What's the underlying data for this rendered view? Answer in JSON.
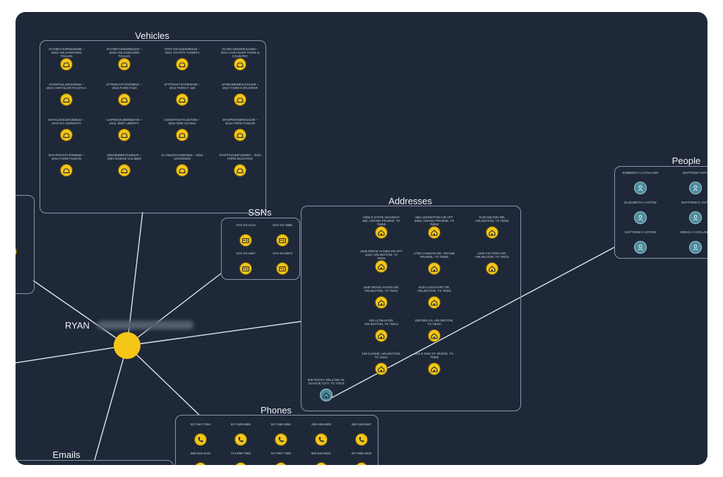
{
  "colors": {
    "canvas": "#1e2838",
    "node": "#f5c518",
    "node_teal": "#4b8b9c",
    "edge": "#dfe4ea"
  },
  "hub": {
    "label": "RYAN"
  },
  "groups": {
    "vehicles": {
      "title": "Vehicles",
      "nodes": [
        {
          "label": "3VV0B7AX3PM109398 – 2023 VOLKSWAGEN TIGUAN",
          "icon": "car-icon"
        },
        {
          "label": "3VV3B7AX5KM051524 – 2019 VOLKSWAGEN TIGUAN",
          "icon": "car-icon"
        },
        {
          "label": "5TFCY5F11MX005229 – 2021 TOYOTA TUNDRA",
          "icon": "car-icon"
        },
        {
          "label": "2C4RC1BG8ER101508 – 2014 CHRYSLER TOWN & COUNTRY",
          "icon": "car-icon"
        },
        {
          "label": "2C8GP64L34R229506 – 2004 CHRYSLER PACIFICA",
          "icon": "car-icon"
        },
        {
          "label": "1FTEW1CP7JKD98021 – 2018 FORD F150",
          "icon": "car-icon"
        },
        {
          "label": "1FTFW1ET2CFB02338 – 2012 FORD F 150",
          "icon": "car-icon"
        },
        {
          "label": "1FMEU6EE9HUC01409 – 2017 FORD EXPLORER",
          "icon": "car-icon"
        },
        {
          "label": "5XYKU3A64DG383622 – 2013 KIA SORENTO",
          "icon": "car-icon"
        },
        {
          "label": "1J4PN2GK2BW565725 – 2011 JEEP LIBERTY",
          "icon": "car-icon"
        },
        {
          "label": "1GKKRTKD7GJ207284 – 2016 GMC ACADIA",
          "icon": "car-icon"
        },
        {
          "label": "3FA6P0HR3ER216108 – 2014 FORD FUSION",
          "icon": "car-icon"
        },
        {
          "label": "3FAHP0HG7CR309665 – 2012 FORD FUSION",
          "icon": "car-icon"
        },
        {
          "label": "1B3HB48B57D160575 – 2007 DODGE CALIBER",
          "icon": "car-icon"
        },
        {
          "label": "KL7IN4Z0CX4801503 – 2010 UNKNOWN",
          "icon": "car-icon"
        },
        {
          "label": "1FAFP42X49F150863 – 2010 FORD MUSTANG",
          "icon": "car-icon"
        }
      ]
    },
    "ssns": {
      "title": "SSNs",
      "nodes": [
        {
          "label": "XXX-XX-4124",
          "icon": "id-card-icon"
        },
        {
          "label": "XXX-XX-3686",
          "icon": "id-card-icon"
        },
        {
          "label": "XXX-XX-4667",
          "icon": "id-card-icon"
        },
        {
          "label": "XXX-XX-8873",
          "icon": "id-card-icon"
        }
      ]
    },
    "addresses": {
      "title": "Addresses",
      "nodes": [
        {
          "label": "2356 N STATE HIGHWAY 360, GRAND PRAIRIE, TX 75050",
          "icon": "house-icon"
        },
        {
          "label": "950 LEXINGTON CIR APT 2008, GRAND PRAIRIE, TX 75050",
          "icon": "house-icon"
        },
        {
          "label": "5740 MILTON DR, ARLINGTON, TX 76001",
          "icon": "house-icon"
        },
        {
          "label": "1646 RIDGE HAVEN DR APT 1310, ARLINGTON, TX 76011",
          "icon": "house-icon"
        },
        {
          "label": "1708 CANDIAN DR, GRAND PRAIRIE, TX 75050",
          "icon": "house-icon"
        },
        {
          "label": "1919 VICTORIA DR, ARLINGTON, TX 76013",
          "icon": "house-icon"
        },
        {
          "label": "1646 RIDGE HAVEN DR, ARLINGTON, TX 76011",
          "icon": "house-icon"
        },
        {
          "label": "6100 LOCKHART DR, ARLINGTON, TX 76002",
          "icon": "house-icon"
        },
        {
          "label": "105 ALTMAN DR, ARLINGTON, TX 76014",
          "icon": "house-icon"
        },
        {
          "label": "208 DEE LN, ARLINGTON, TX 76010",
          "icon": "house-icon"
        },
        {
          "label": "109 CUSSIE, ARLINGTON, TX 11101",
          "icon": "house-icon"
        },
        {
          "label": "810 E 2ND ST, IRVING, TX 75060",
          "icon": "house-icon"
        },
        {
          "label": "906 ROCKY WILLOW LN, LEAGUE CITY, TX 77573",
          "icon": "house-icon"
        }
      ]
    },
    "people": {
      "title": "People",
      "nodes": [
        {
          "label": "KIMBERLY A CATALANO",
          "icon": "person-icon"
        },
        {
          "label": "MATTHEW VOTA",
          "icon": "person-icon"
        },
        {
          "label": "ELIZABETH A VOTAW",
          "icon": "person-icon"
        },
        {
          "label": "MATTHEW K VOTA",
          "icon": "person-icon"
        },
        {
          "label": "MATTHEW K VOTAW",
          "icon": "person-icon"
        },
        {
          "label": "BRIAN J CATALANO",
          "icon": "person-icon"
        }
      ]
    },
    "phones": {
      "title": "Phones",
      "nodes": [
        {
          "label": "817-867-7304",
          "icon": "phone-icon"
        },
        {
          "label": "817-929-5983",
          "icon": "phone-icon"
        },
        {
          "label": "817-459-3850",
          "icon": "phone-icon"
        },
        {
          "label": "206-265-8800",
          "icon": "phone-icon"
        },
        {
          "label": "682-229-5547",
          "icon": "phone-icon"
        },
        {
          "label": "866-524-4146",
          "icon": "phone-icon"
        },
        {
          "label": "713-990-7660",
          "icon": "phone-icon"
        },
        {
          "label": "817-967-7300",
          "icon": "phone-icon"
        },
        {
          "label": "903-824-8021",
          "icon": "phone-icon"
        },
        {
          "label": "817-965-1919",
          "icon": "phone-icon"
        }
      ]
    },
    "emails": {
      "title": "Emails",
      "nodes": []
    },
    "left": {
      "title": "",
      "nodes": [
        {
          "label": "",
          "icon": "partial-node-icon"
        }
      ]
    }
  }
}
